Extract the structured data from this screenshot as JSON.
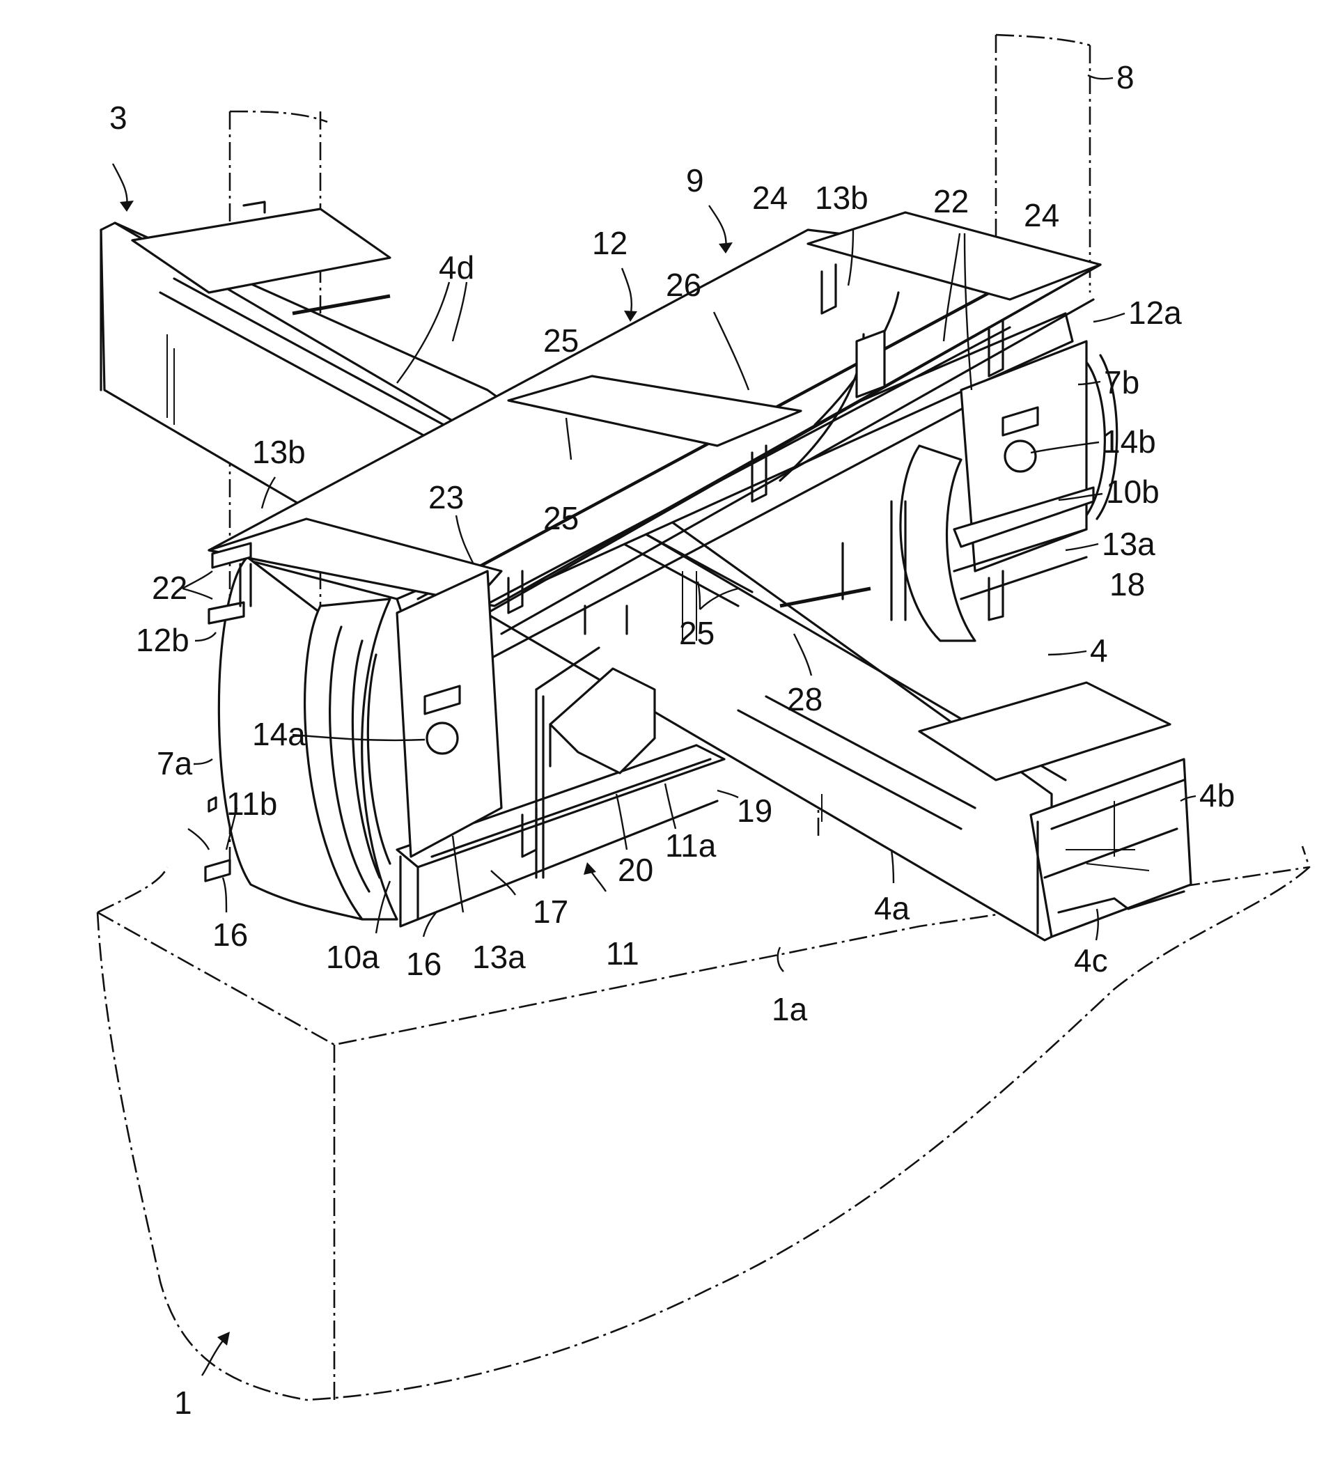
{
  "figure": {
    "labels": [
      {
        "id": "3",
        "text": "3"
      },
      {
        "id": "8",
        "text": "8"
      },
      {
        "id": "9",
        "text": "9"
      },
      {
        "id": "12",
        "text": "12"
      },
      {
        "id": "4d",
        "text": "4d"
      },
      {
        "id": "25t",
        "text": "25"
      },
      {
        "id": "26",
        "text": "26"
      },
      {
        "id": "24a",
        "text": "24"
      },
      {
        "id": "13bt",
        "text": "13b"
      },
      {
        "id": "22t",
        "text": "22"
      },
      {
        "id": "24b",
        "text": "24"
      },
      {
        "id": "12a",
        "text": "12a"
      },
      {
        "id": "7b",
        "text": "7b"
      },
      {
        "id": "14b",
        "text": "14b"
      },
      {
        "id": "10b",
        "text": "10b"
      },
      {
        "id": "13at",
        "text": "13a"
      },
      {
        "id": "18",
        "text": "18"
      },
      {
        "id": "4",
        "text": "4"
      },
      {
        "id": "4b",
        "text": "4b"
      },
      {
        "id": "4c",
        "text": "4c"
      },
      {
        "id": "4a",
        "text": "4a"
      },
      {
        "id": "28",
        "text": "28"
      },
      {
        "id": "25b",
        "text": "25"
      },
      {
        "id": "25m",
        "text": "25"
      },
      {
        "id": "23",
        "text": "23"
      },
      {
        "id": "13bl",
        "text": "13b"
      },
      {
        "id": "22l",
        "text": "22"
      },
      {
        "id": "12b",
        "text": "12b"
      },
      {
        "id": "14a",
        "text": "14a"
      },
      {
        "id": "7a",
        "text": "7a"
      },
      {
        "id": "11b",
        "text": "11b"
      },
      {
        "id": "16l",
        "text": "16"
      },
      {
        "id": "10a",
        "text": "10a"
      },
      {
        "id": "16r",
        "text": "16"
      },
      {
        "id": "13ab",
        "text": "13a"
      },
      {
        "id": "17",
        "text": "17"
      },
      {
        "id": "11",
        "text": "11"
      },
      {
        "id": "20",
        "text": "20"
      },
      {
        "id": "11a",
        "text": "11a"
      },
      {
        "id": "19",
        "text": "19"
      },
      {
        "id": "1a",
        "text": "1a"
      },
      {
        "id": "1",
        "text": "1"
      }
    ]
  }
}
